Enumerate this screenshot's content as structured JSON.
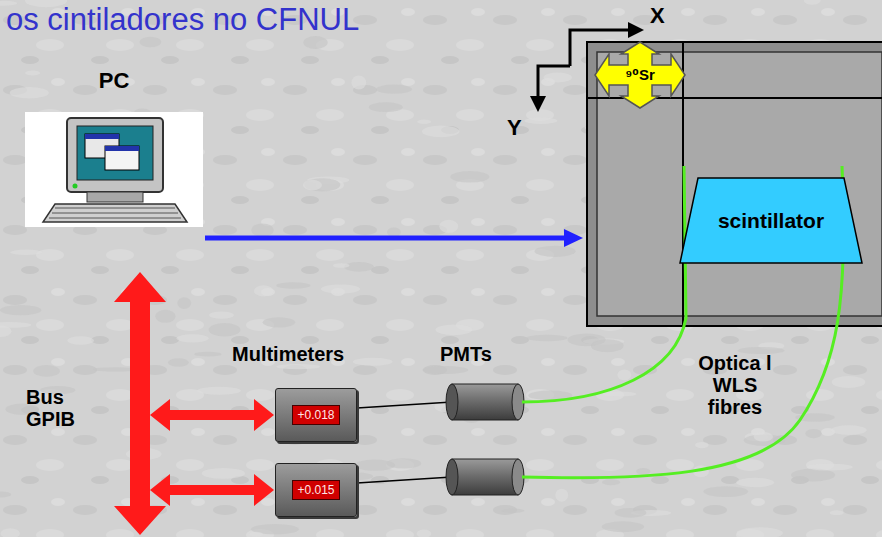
{
  "diagram": {
    "title": "os cintiladores no CFNUL",
    "nodes": [
      {
        "text": [
          "PC"
        ]
      },
      {
        "text": [
          "⁹⁰Sr"
        ]
      },
      {
        "text": [
          "scintillator"
        ]
      },
      {
        "text": [
          "+0.018"
        ]
      },
      {
        "text": [
          "+0.015"
        ]
      }
    ],
    "labels": [
      "X",
      "Y",
      "Multimeters",
      "PMTs",
      "Bus GPIB",
      "Optica l WLS fibres"
    ]
  }
}
